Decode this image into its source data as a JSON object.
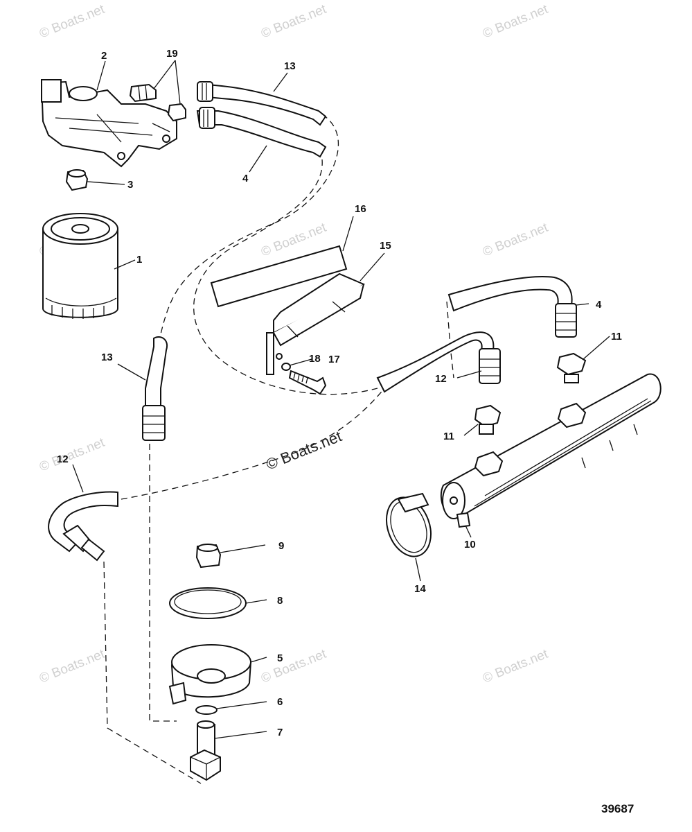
{
  "figure_number": "39687",
  "watermark": "© Boats.net",
  "center_watermark": "© Boats.net",
  "labels": {
    "l1": "1",
    "l2": "2",
    "l3": "3",
    "l4a": "4",
    "l4b": "4",
    "l5": "5",
    "l6": "6",
    "l7": "7",
    "l8": "8",
    "l9": "9",
    "l10": "10",
    "l11a": "11",
    "l11b": "11",
    "l12a": "12",
    "l12b": "12",
    "l13a": "13",
    "l13b": "13",
    "l14": "14",
    "l15": "15",
    "l16": "16",
    "l17": "17",
    "l18": "18",
    "l19": "19"
  }
}
